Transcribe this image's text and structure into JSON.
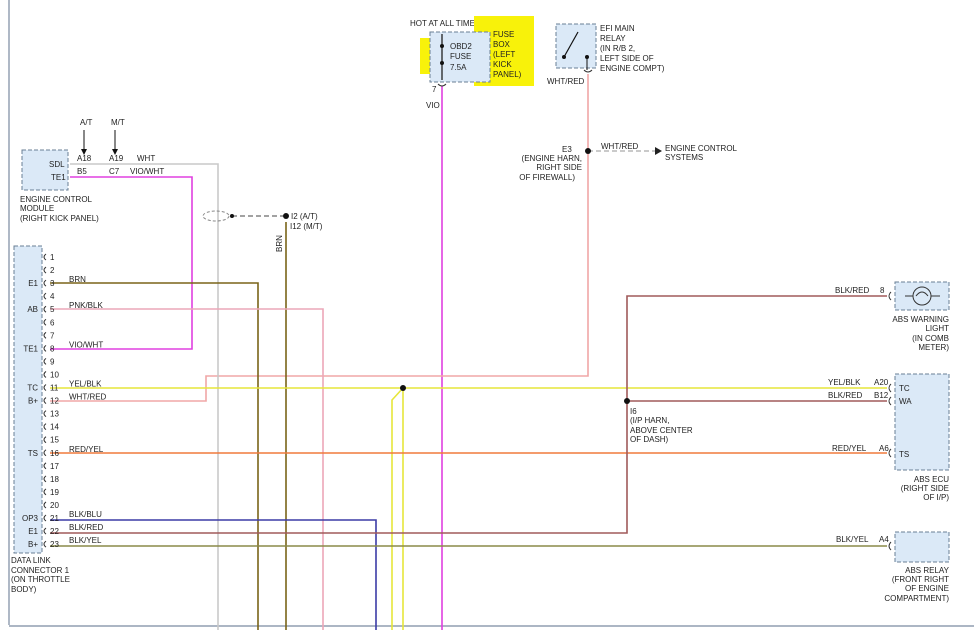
{
  "colors": {
    "wht": "#c9c9c9",
    "vio": "#e040e0",
    "brn": "#7a6418",
    "pnk_blk": "#eca7b8",
    "yel_blk": "#e6e63a",
    "wht_red": "#f0a7a7",
    "red_yel": "#f07a3c",
    "blk_blu": "#3c3ca6",
    "blk_red": "#a05a5a",
    "blk_yel": "#8a8a48",
    "highlight": "#f8f20a",
    "box_fill": "#dbe9f7"
  },
  "hot_label": "HOT AT ALL TIMES",
  "fuse": {
    "name_1": "OBD2",
    "name_2": "FUSE",
    "rating": "7.5A",
    "pin": "7"
  },
  "fuse_box": [
    "FUSE",
    "BOX",
    "(LEFT",
    "KICK",
    "PANEL)"
  ],
  "efi_relay": [
    "EFI MAIN",
    "RELAY",
    "(IN R/B 2,",
    "LEFT SIDE OF",
    "ENGINE COMPT)"
  ],
  "efi_wire": "WHT/RED",
  "vio_label": "VIO",
  "e3": {
    "id": "E3",
    "desc": [
      "(ENGINE HARN,",
      "RIGHT SIDE",
      "OF FIREWALL)"
    ],
    "wire": "WHT/RED",
    "dest": [
      "ENGINE CONTROL",
      "SYSTEMS"
    ]
  },
  "ecm": {
    "pins": [
      "SDL",
      "TE1"
    ],
    "top_labels": [
      "A/T",
      "M/T"
    ],
    "row1": [
      "A18",
      "A19",
      "WHT"
    ],
    "row2": [
      "B5",
      "C7",
      "VIO/WHT"
    ],
    "name": [
      "ENGINE CONTROL",
      "MODULE",
      "(RIGHT KICK PANEL)"
    ]
  },
  "i2": {
    "line1": "I2 (A/T)",
    "line2": "I12 (M/T)",
    "wire": "BRN"
  },
  "dlc": {
    "name": [
      "DATA LINK",
      "CONNECTOR 1",
      "(ON THROTTLE",
      "BODY)"
    ],
    "pin_numbers": [
      "1",
      "2",
      "3",
      "4",
      "5",
      "6",
      "7",
      "8",
      "9",
      "10",
      "11",
      "12",
      "13",
      "14",
      "15",
      "16",
      "17",
      "18",
      "19",
      "20",
      "21",
      "22",
      "23"
    ],
    "pin_names": [
      "",
      "",
      "E1",
      "",
      "AB",
      "",
      "",
      "TE1",
      "",
      "",
      "TC",
      "B+",
      "",
      "",
      "",
      "TS",
      "",
      "",
      "",
      "",
      "OP3",
      "E1",
      "B+"
    ],
    "wire_labels": [
      "",
      "",
      "BRN",
      "",
      "PNK/BLK",
      "",
      "",
      "VIO/WHT",
      "",
      "",
      "YEL/BLK",
      "WHT/RED",
      "",
      "",
      "",
      "RED/YEL",
      "",
      "",
      "",
      "",
      "BLK/BLU",
      "BLK/RED",
      "BLK/YEL"
    ]
  },
  "abs_light": {
    "wire": "BLK/RED",
    "pin": "8",
    "name": [
      "ABS WARNING",
      "LIGHT",
      "(IN COMB",
      "METER)"
    ]
  },
  "abs_ecu": {
    "pins": [
      {
        "wire": "YEL/BLK",
        "pin": "A20",
        "name": "TC"
      },
      {
        "wire": "BLK/RED",
        "pin": "B12",
        "name": "WA"
      },
      {
        "wire": "RED/YEL",
        "pin": "A6",
        "name": "TS"
      }
    ],
    "name": [
      "ABS ECU",
      "(RIGHT SIDE",
      "OF I/P)"
    ]
  },
  "i6": {
    "id": "I6",
    "desc": [
      "(I/P HARN,",
      "ABOVE CENTER",
      "OF DASH)"
    ]
  },
  "abs_relay": {
    "wire": "BLK/YEL",
    "pin": "A4",
    "name": [
      "ABS RELAY",
      "(FRONT RIGHT",
      "OF ENGINE",
      "COMPARTMENT)"
    ]
  }
}
